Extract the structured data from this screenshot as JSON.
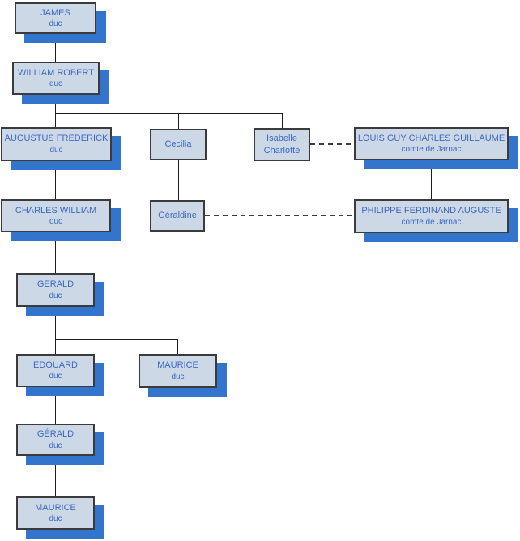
{
  "diagram": {
    "type": "family-tree",
    "nodes": [
      {
        "id": "james",
        "name": "JAMES",
        "subtitle": "duc"
      },
      {
        "id": "william-robert",
        "name": "WILLIAM ROBERT",
        "subtitle": "duc"
      },
      {
        "id": "augustus-frederick",
        "name": "AUGUSTUS FREDERICK",
        "subtitle": "duc"
      },
      {
        "id": "cecilia",
        "name": "Cecilia",
        "subtitle": ""
      },
      {
        "id": "isabelle-charlotte",
        "name": "Isabelle Charlotte",
        "subtitle": ""
      },
      {
        "id": "louis-guy-charles-guillaume",
        "name": "LOUIS GUY CHARLES GUILLAUME",
        "subtitle": "comte de Jarnac"
      },
      {
        "id": "charles-william",
        "name": "CHARLES WILLIAM",
        "subtitle": "duc"
      },
      {
        "id": "geraldine",
        "name": "Géraldine",
        "subtitle": ""
      },
      {
        "id": "philippe-ferdinand-auguste",
        "name": "PHILIPPE FERDINAND AUGUSTE",
        "subtitle": "comte de Jarnac"
      },
      {
        "id": "gerald",
        "name": "GERALD",
        "subtitle": "duc"
      },
      {
        "id": "edouard",
        "name": "EDOUARD",
        "subtitle": "duc"
      },
      {
        "id": "maurice",
        "name": "MAURICE",
        "subtitle": "duc"
      },
      {
        "id": "gerald-2",
        "name": "GÉRALD",
        "subtitle": "duc"
      },
      {
        "id": "maurice-2",
        "name": "MAURICE",
        "subtitle": "duc"
      }
    ],
    "colors": {
      "box_fill": "#cdd8e7",
      "box_border": "#3b3b3b",
      "box_text": "#3a69c4",
      "shadow_blue": "#3375cd",
      "line_solid": "#1c1c1c",
      "line_dashed": "#3d3d3d",
      "background": "#ffffff"
    }
  }
}
